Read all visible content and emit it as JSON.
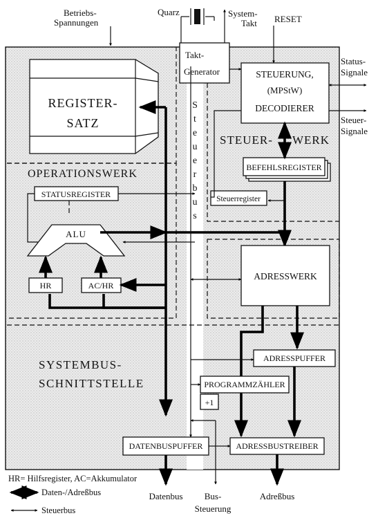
{
  "labels": {
    "betriebs_1": "Betriebs-",
    "betriebs_2": "Spannungen",
    "quarz": "Quarz",
    "systemtakt_1": "System-",
    "systemtakt_2": "Takt",
    "reset": "RESET",
    "status_1": "Status-",
    "status_2": "Signale",
    "steuer_sig_1": "Steuer-",
    "steuer_sig_2": "Signale",
    "taktgen_1": "Takt-",
    "taktgen_2": "Generator",
    "steuerung_1": "STEUERUNG,",
    "steuerung_2": "(MPStW)",
    "steuerung_3": "DECODIERER",
    "registersatz_1": "REGISTER-",
    "registersatz_2": "SATZ",
    "steuerbus_vertical": [
      "S",
      "t",
      "e",
      "u",
      "e",
      "r",
      "b",
      "u",
      "s"
    ],
    "steuerwerk_1": "STEUER-",
    "steuerwerk_2": "WERK",
    "befehlsregister": "BEFEHLSREGISTER",
    "steuerregister": "Steuerregister",
    "operationswerk": "OPERATIONSWERK",
    "statusregister": "STATUSREGISTER",
    "alu": "ALU",
    "hr": "HR",
    "achr": "AC/HR",
    "adresswerk": "ADRESSWERK",
    "systembus_1": "SYSTEMBUS-",
    "systembus_2": "SCHNITTSTELLE",
    "adresspuffer": "ADRESSPUFFER",
    "programmzaehler": "PROGRAMMZÄHLER",
    "plus_one": "+1",
    "datenbuspuffer": "DATENBUSPUFFER",
    "adressbustreiber": "ADRESSBUSTREIBER",
    "footnote": "HR= Hilfsregister, AC=Akkumulator",
    "legend_data": "Daten-/Adreßbus",
    "legend_ctrl": "Steuerbus",
    "datenbus": "Datenbus",
    "bussteuerung_1": "Bus-",
    "bussteuerung_2": "Steuerung",
    "adressbus": "Adreßbus"
  },
  "colors": {
    "ink": "#111111",
    "shade": "#e6e6e6",
    "paper": "#ffffff"
  }
}
